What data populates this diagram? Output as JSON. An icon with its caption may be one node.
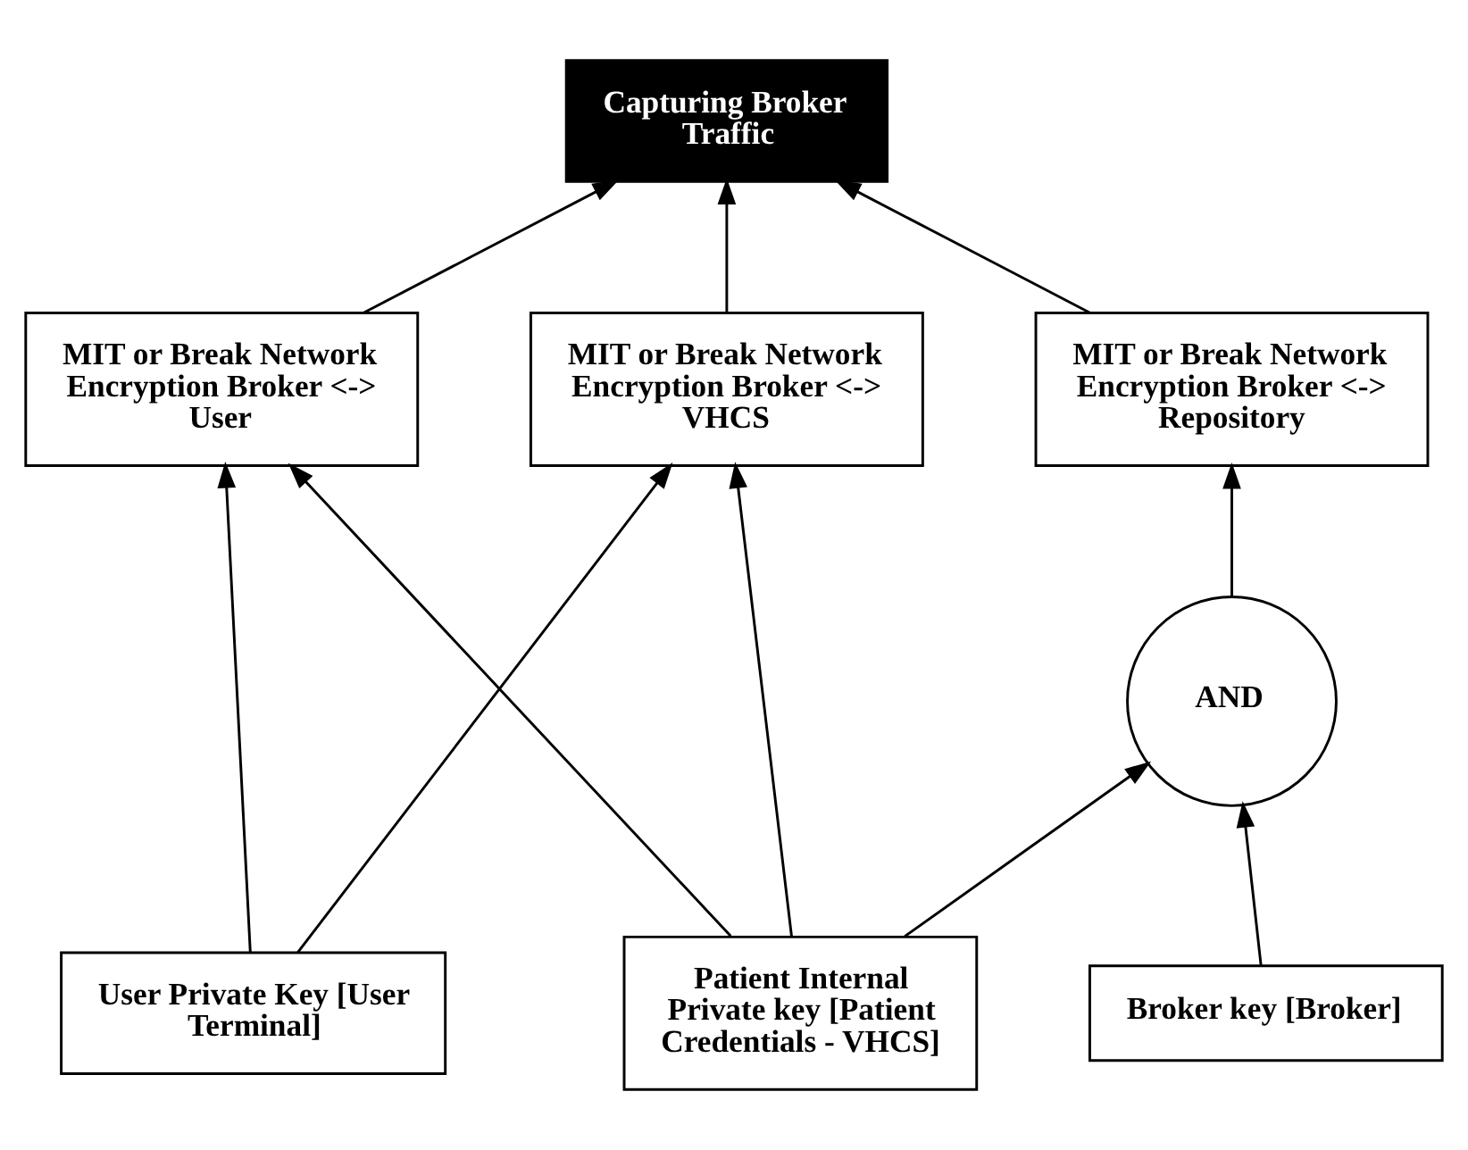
{
  "diagram": {
    "nodes": [
      {
        "text": [
          "Capturing Broker Traffic"
        ]
      },
      {
        "text": [
          "MIT or Break Network Encryption Broker <-> VHCS"
        ]
      },
      {
        "text": [
          "MIT or Break Network Encryption Broker <-> Repository"
        ]
      },
      {
        "text": [
          "MIT or Break Network Encryption Broker <-> User"
        ]
      },
      {
        "text": [
          "AND"
        ]
      },
      {
        "text": [
          "Broker key [Broker]"
        ]
      },
      {
        "text": [
          "Patient Internal Private key [Patient Credentials - VHCS]"
        ]
      },
      {
        "text": [
          "User Private Key [User Terminal]"
        ]
      }
    ],
    "edges": [
      {
        "from": 1,
        "to": 0,
        "arrow": "to"
      },
      {
        "from": 2,
        "to": 0,
        "arrow": "to"
      },
      {
        "from": 3,
        "to": 0,
        "arrow": "to"
      },
      {
        "from": 4,
        "to": 2,
        "arrow": "to"
      },
      {
        "from": 5,
        "to": 4,
        "arrow": "to"
      },
      {
        "from": 6,
        "to": 4,
        "arrow": "to"
      },
      {
        "from": 6,
        "to": 1,
        "arrow": "to"
      },
      {
        "from": 6,
        "to": 3,
        "arrow": "to"
      },
      {
        "from": 7,
        "to": 3,
        "arrow": "to"
      },
      {
        "from": 7,
        "to": 1,
        "arrow": "to"
      }
    ]
  }
}
